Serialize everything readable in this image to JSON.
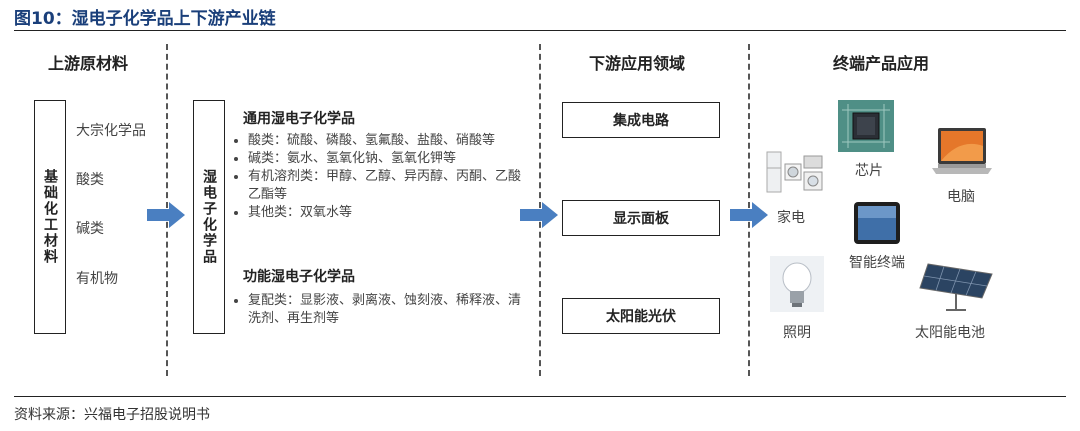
{
  "figure_title": "图10：湿电子化学品上下游产业链",
  "source": "资料来源：兴福电子招股说明书",
  "upstream": {
    "header": "上游原材料",
    "box_label": "基础化工材料",
    "items": [
      "大宗化学品",
      "酸类",
      "碱类",
      "有机物"
    ]
  },
  "midstream": {
    "box_label": "湿电子化学品",
    "general": {
      "title": "通用湿电子化学品",
      "bullets": [
        "酸类：硫酸、磷酸、氢氟酸、盐酸、硝酸等",
        "碱类：氨水、氢氧化钠、氢氧化钾等",
        "有机溶剂类：甲醇、乙醇、异丙醇、丙酮、乙酸乙酯等",
        "其他类：双氧水等"
      ]
    },
    "functional": {
      "title": "功能湿电子化学品",
      "bullets": [
        "复配类：显影液、剥离液、蚀刻液、稀释液、清洗剂、再生剂等"
      ]
    }
  },
  "downstream": {
    "header": "下游应用领域",
    "items": [
      "集成电路",
      "显示面板",
      "太阳能光伏"
    ]
  },
  "end_products": {
    "header": "终端产品应用",
    "items": [
      "芯片",
      "电脑",
      "家电",
      "智能终端",
      "照明",
      "太阳能电池"
    ]
  },
  "colors": {
    "title": "#1a3f7a",
    "arrow": "#4a7fc1"
  }
}
